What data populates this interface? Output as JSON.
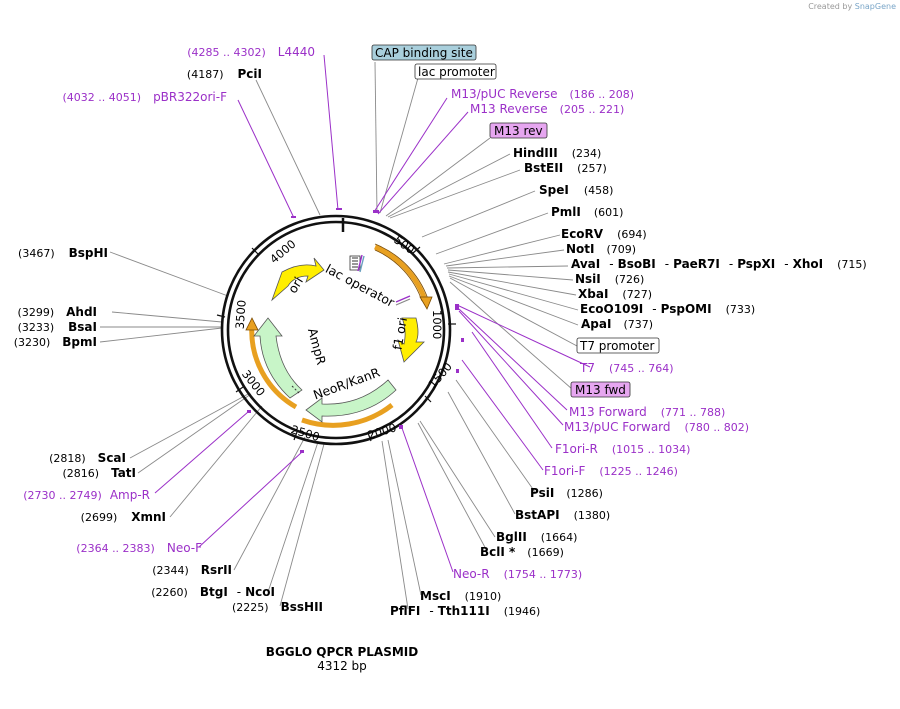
{
  "credit": {
    "prefix": "Created by",
    "brand": "SnapGene"
  },
  "plasmid": {
    "name": "BGGLO QPCR PLASMID",
    "size": "4312 bp"
  },
  "ticks": [
    "500",
    "1000",
    "1500",
    "2000",
    "2500",
    "3000",
    "3500",
    "4000"
  ],
  "features": {
    "lac_operator": "lac operator",
    "ori": "ori",
    "f1_ori": "f1 ori",
    "ampr": "AmpR",
    "neor": "NeoR/KanR"
  },
  "boxes": {
    "cap": "CAP binding site",
    "lac_promoter": "lac promoter",
    "m13_rev": "M13 rev",
    "t7_promoter": "T7 promoter",
    "m13_fwd": "M13 fwd"
  },
  "right_sites": {
    "m13puc_rev": {
      "name": "M13/pUC Reverse",
      "pos": "(186 .. 208)"
    },
    "m13_reverse": {
      "name": "M13 Reverse",
      "pos": "(205 .. 221)"
    },
    "hindiii": {
      "name": "HindIII",
      "pos": "(234)"
    },
    "bsteii": {
      "name": "BstEII",
      "pos": "(257)"
    },
    "spei": {
      "name": "SpeI",
      "pos": "(458)"
    },
    "pmli": {
      "name": "PmlI",
      "pos": "(601)"
    },
    "ecorv": {
      "name": "EcoRV",
      "pos": "(694)"
    },
    "noti": {
      "name": "NotI",
      "pos": "(709)"
    },
    "avai": {
      "name": "AvaI",
      "sep1": "-",
      "name2": "BsoBI",
      "sep2": "-",
      "name3": "PaeR7I",
      "sep3": "-",
      "name4": "PspXI",
      "sep4": "-",
      "name5": "XhoI",
      "pos": "(715)"
    },
    "nsii": {
      "name": "NsiI",
      "pos": "(726)"
    },
    "xbai": {
      "name": "XbaI",
      "pos": "(727)"
    },
    "eco": {
      "name": "EcoO109I",
      "sep": "-",
      "name2": "PspOMI",
      "pos": "(733)"
    },
    "apai": {
      "name": "ApaI",
      "pos": "(737)"
    },
    "t7": {
      "name": "T7",
      "pos": "(745 .. 764)"
    },
    "m13_forward": {
      "name": "M13 Forward",
      "pos": "(771 .. 788)"
    },
    "m13puc_fwd": {
      "name": "M13/pUC Forward",
      "pos": "(780 .. 802)"
    },
    "f1ori_r": {
      "name": "F1ori-R",
      "pos": "(1015 .. 1034)"
    },
    "f1ori_f": {
      "name": "F1ori-F",
      "pos": "(1225 .. 1246)"
    },
    "psii": {
      "name": "PsiI",
      "pos": "(1286)"
    },
    "bstapi": {
      "name": "BstAPI",
      "pos": "(1380)"
    },
    "bglii": {
      "name": "BglII",
      "pos": "(1664)"
    },
    "bcli": {
      "name": "BclI *",
      "pos": "(1669)"
    },
    "neo_r": {
      "name": "Neo-R",
      "pos": "(1754 .. 1773)"
    },
    "msci": {
      "name": "MscI",
      "pos": "(1910)"
    },
    "pflfi": {
      "name": "PflFI",
      "sep": "-",
      "name2": "Tth111I",
      "pos": "(1946)"
    }
  },
  "left_sites": {
    "l4440": {
      "name": "L4440",
      "pos": "(4285 .. 4302)"
    },
    "pcii": {
      "name": "PciI",
      "pos": "(4187)"
    },
    "pbr322": {
      "name": "pBR322ori-F",
      "pos": "(4032 .. 4051)"
    },
    "bsphi": {
      "name": "BspHI",
      "pos": "(3467)"
    },
    "ahdi": {
      "name": "AhdI",
      "pos": "(3299)"
    },
    "bsai": {
      "name": "BsaI",
      "pos": "(3233)"
    },
    "bpmi": {
      "name": "BpmI",
      "pos": "(3230)"
    },
    "scai": {
      "name": "ScaI",
      "pos": "(2818)"
    },
    "tati": {
      "name": "TatI",
      "pos": "(2816)"
    },
    "amp_r": {
      "name": "Amp-R",
      "pos": "(2730 .. 2749)"
    },
    "xmni": {
      "name": "XmnI",
      "pos": "(2699)"
    },
    "neo_f": {
      "name": "Neo-F",
      "pos": "(2364 .. 2383)"
    },
    "rsrii": {
      "name": "RsrII",
      "pos": "(2344)"
    },
    "btgi": {
      "name": "BtgI",
      "sep": "-",
      "name2": "NcoI",
      "pos": "(2260)"
    },
    "bsshii": {
      "name": "BssHII",
      "pos": "(2225)"
    }
  },
  "colors": {
    "primer": "#9b30c8",
    "cap_box": "#a9cfdc",
    "m13_box": "#e6a6f0",
    "ori_fill": "#ffee00",
    "resist_fill": "#c8f5c8",
    "orange": "#e8a020",
    "line": "#888888"
  }
}
